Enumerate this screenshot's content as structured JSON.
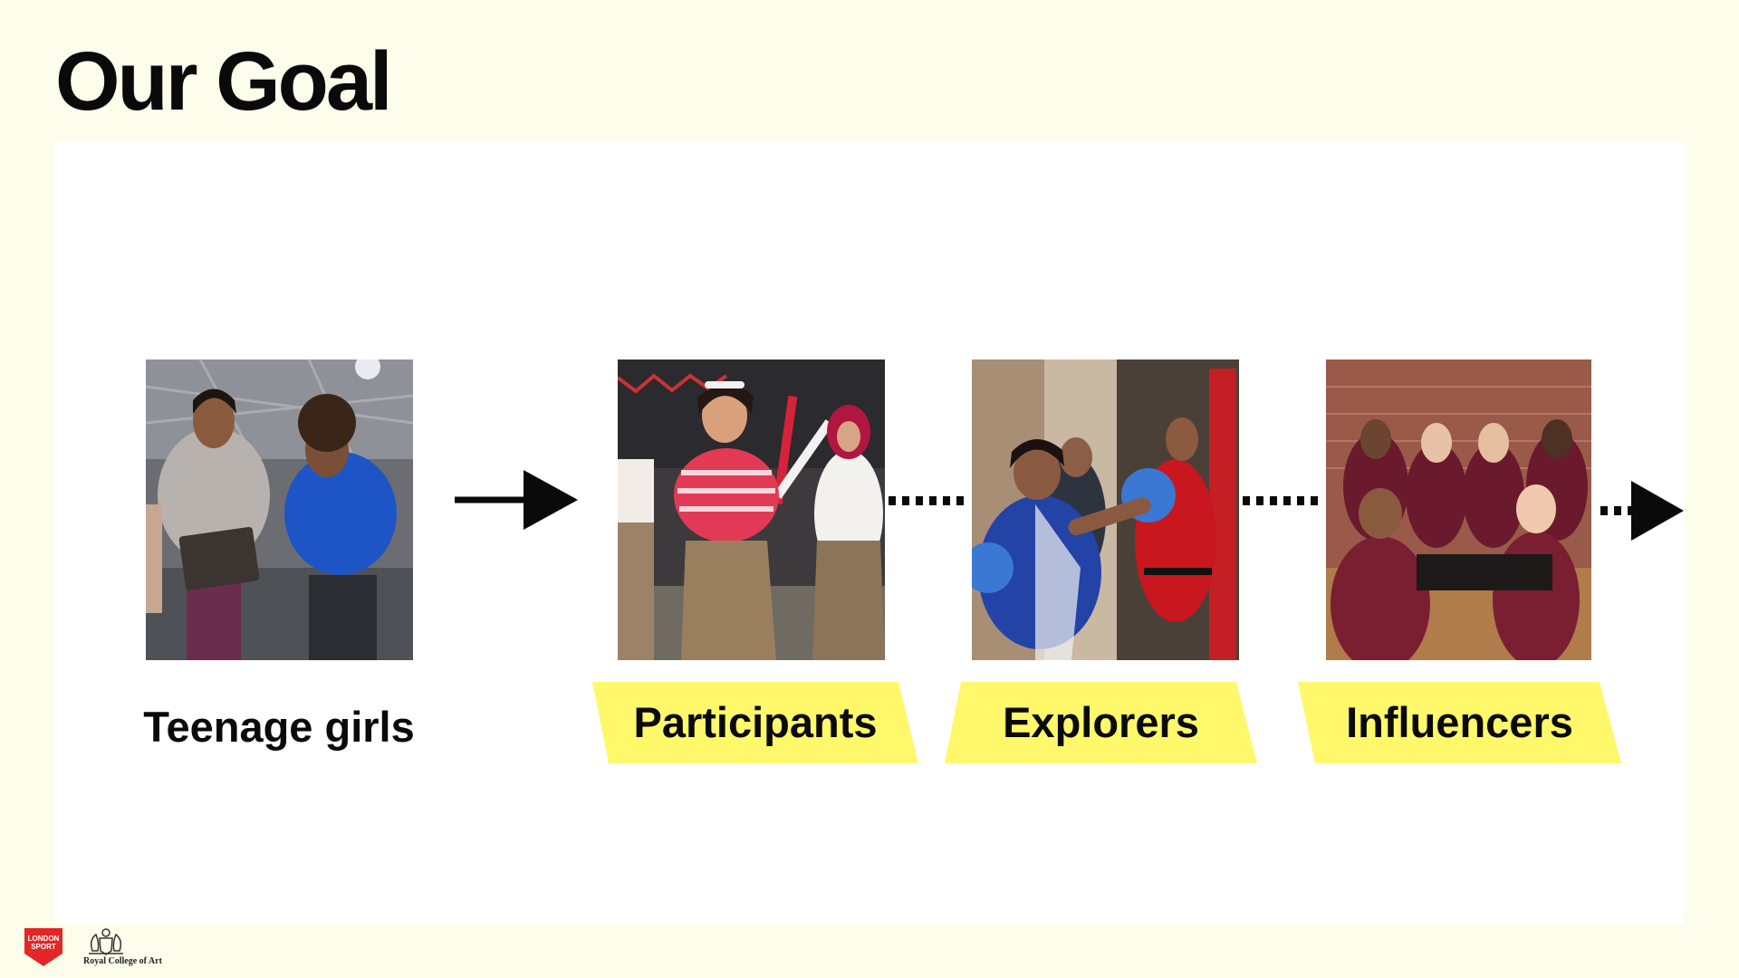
{
  "title": "Our Goal",
  "stages": [
    {
      "label": "Teenage girls",
      "photo_icon": "people-photo-icon"
    },
    {
      "label": "Participants",
      "photo_icon": "sack-race-photo-icon"
    },
    {
      "label": "Explorers",
      "photo_icon": "boxing-photo-icon"
    },
    {
      "label": "Influencers",
      "photo_icon": "team-photo-icon"
    }
  ],
  "colors": {
    "background": "#FDFDEC",
    "panel": "#FFFFFF",
    "highlight": "#FFF86A",
    "text": "#0A0A0A",
    "brand_red": "#E32626"
  },
  "footer": {
    "london_sport_logo": "LONDON SPORT",
    "rca_logo": "Royal College of Art"
  }
}
